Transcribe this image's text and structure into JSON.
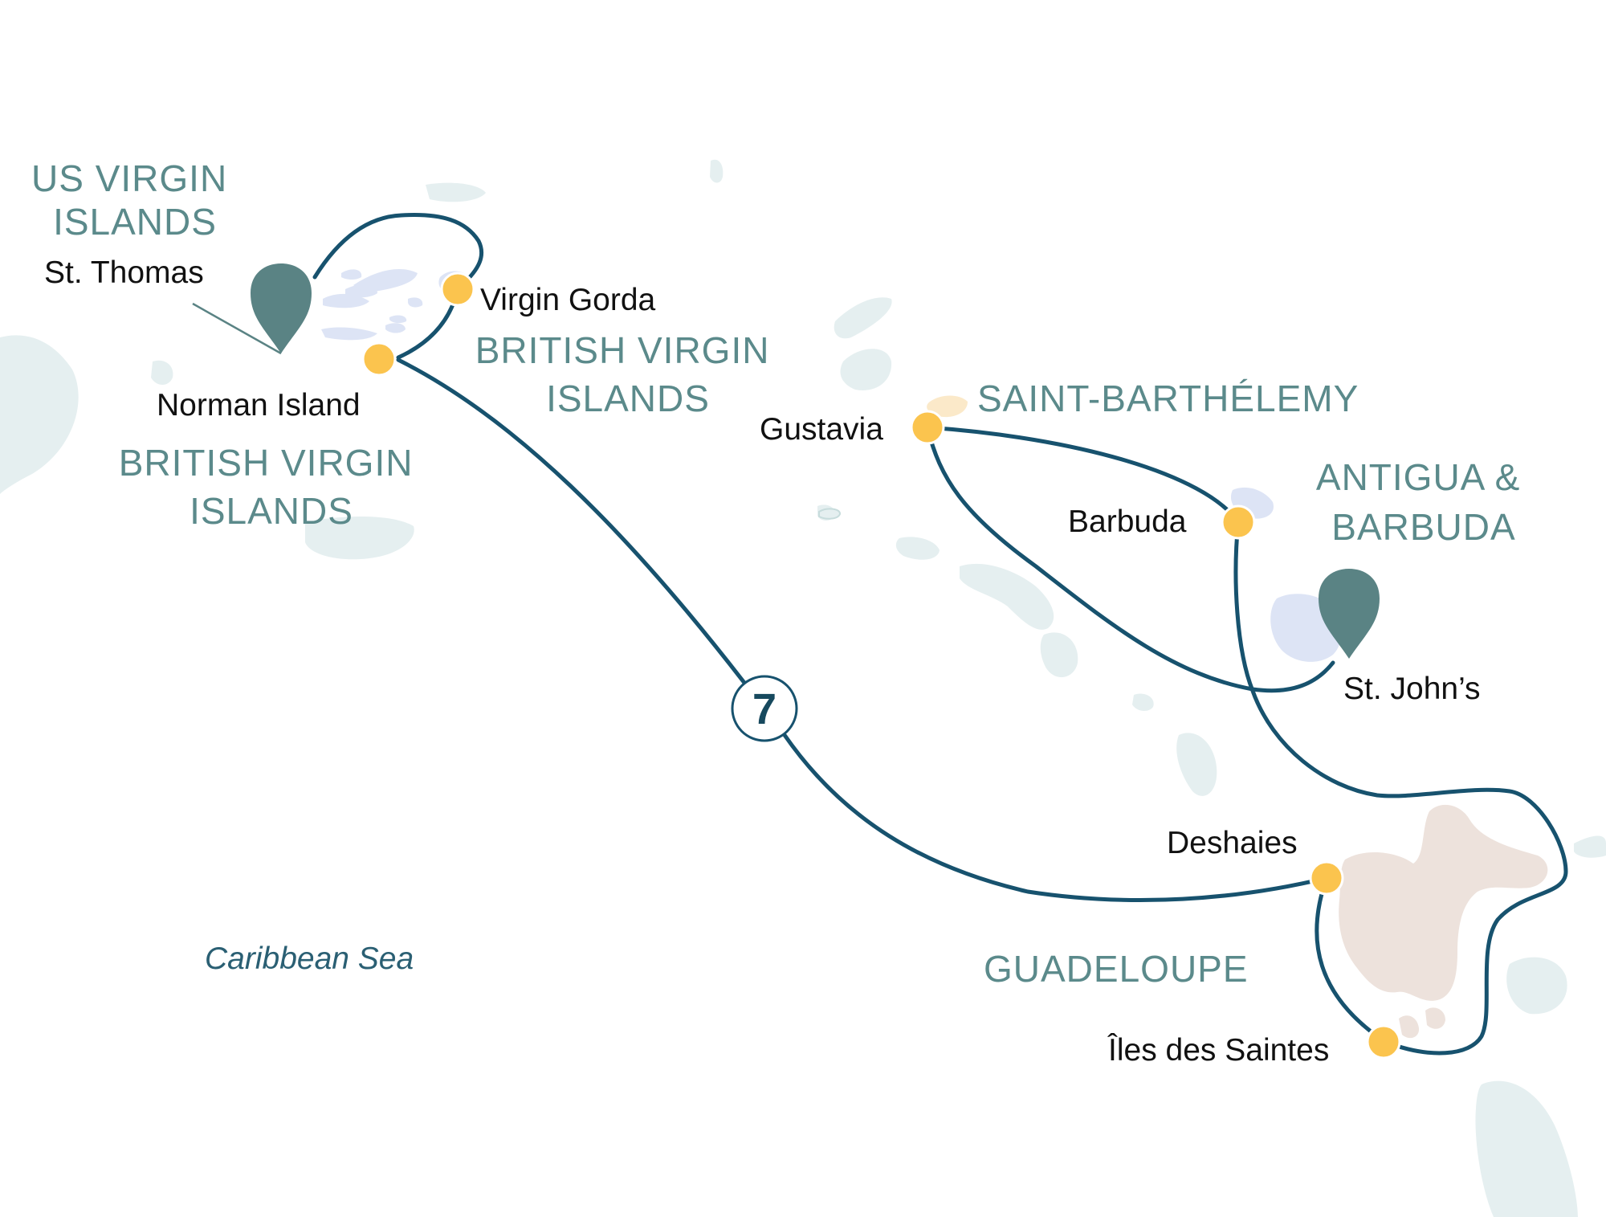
{
  "map": {
    "sea_label": "Caribbean Sea",
    "duration_badge": "7",
    "regions": {
      "us_virgin_islands": [
        "US VIRGIN",
        "ISLANDS"
      ],
      "british_virgin_islands_east": [
        "BRITISH VIRGIN",
        "ISLANDS"
      ],
      "british_virgin_islands_west": [
        "BRITISH VIRGIN",
        "ISLANDS"
      ],
      "saint_barthelemy": "SAINT-BARTHÉLEMY",
      "antigua_barbuda": [
        "ANTIGUA &",
        "BARBUDA"
      ],
      "guadeloupe": "GUADELOUPE"
    },
    "ports": {
      "st_thomas": "St. Thomas",
      "virgin_gorda": "Virgin Gorda",
      "norman_island": "Norman Island",
      "gustavia": "Gustavia",
      "barbuda": "Barbuda",
      "st_johns": "St. John’s",
      "deshaies": "Deshaies",
      "iles_des_saintes": "Îles des Saintes"
    },
    "colors": {
      "route": "#17526e",
      "port_dot": "#fbc44e",
      "embark_pin": "#5a8384",
      "land": "#e5eff0",
      "land_bvi": "#dde4f5",
      "land_guadeloupe": "#ede2dc",
      "land_stbarth": "#fbe9c9",
      "region_text": "#5b8a8b"
    }
  }
}
